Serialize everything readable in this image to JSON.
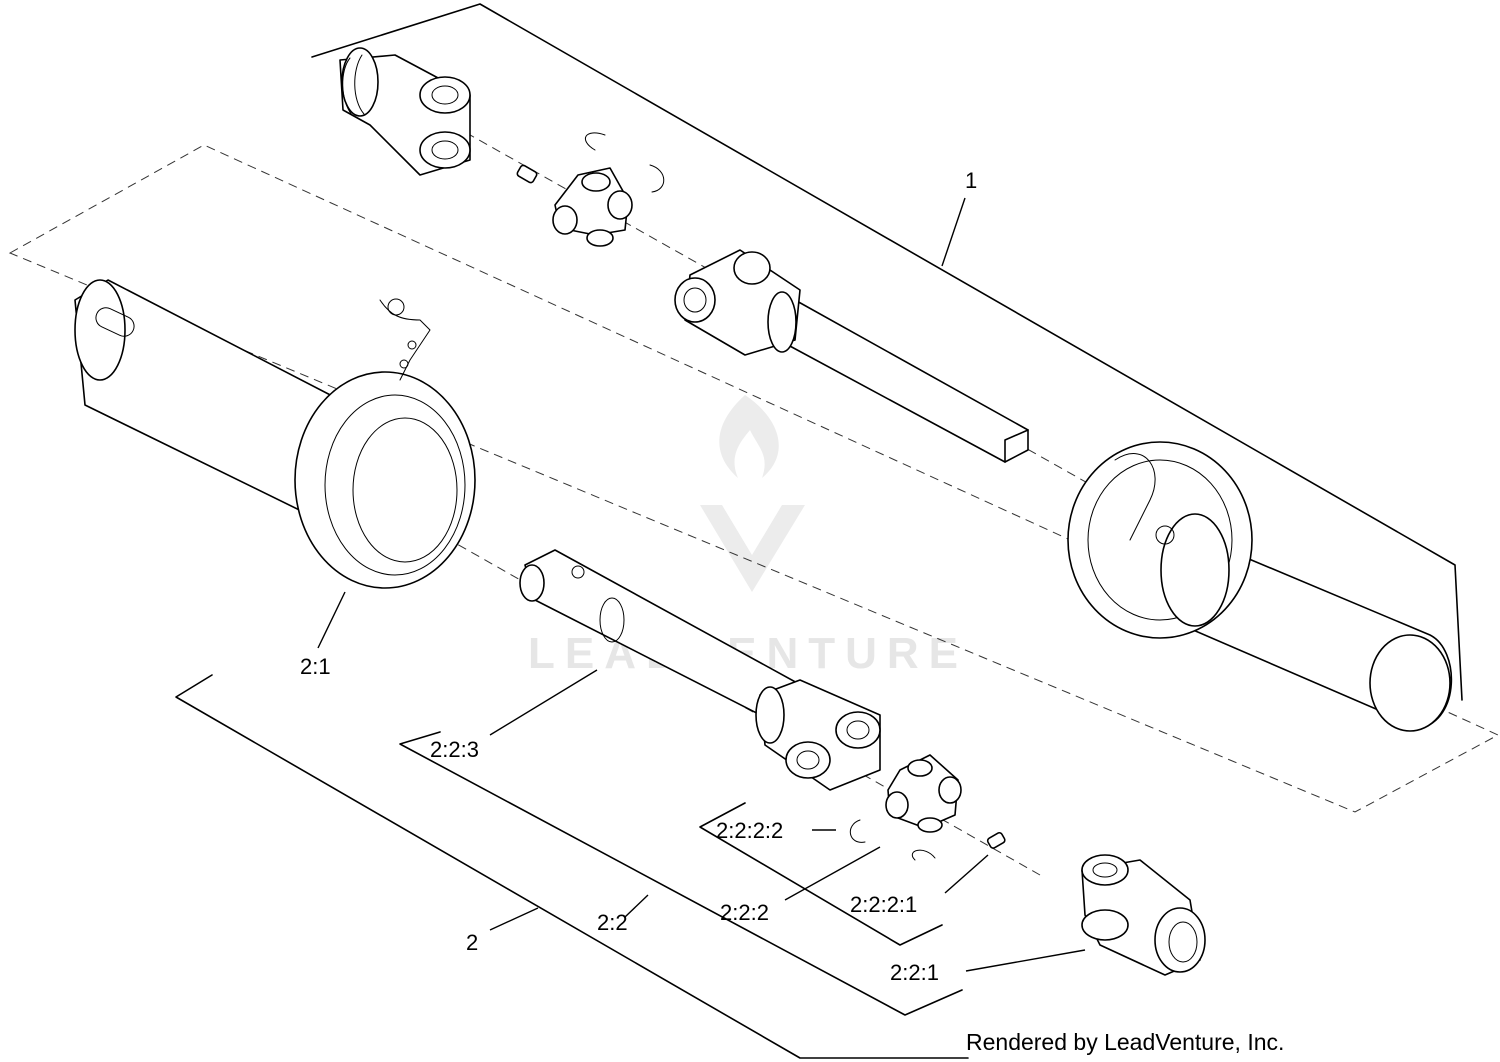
{
  "callouts": {
    "c1": "1",
    "c2": "2",
    "c2_1": "2:1",
    "c2_2": "2:2",
    "c2_2_1": "2:2:1",
    "c2_2_2": "2:2:2",
    "c2_2_2_1": "2:2:2:1",
    "c2_2_2_2": "2:2:2:2",
    "c2_2_3": "2:2:3"
  },
  "watermark": "LEADVENTURE",
  "credit": "Rendered by LeadVenture, Inc.",
  "colors": {
    "line": "#000000",
    "watermark": "#e6e6e6",
    "background": "#ffffff"
  }
}
